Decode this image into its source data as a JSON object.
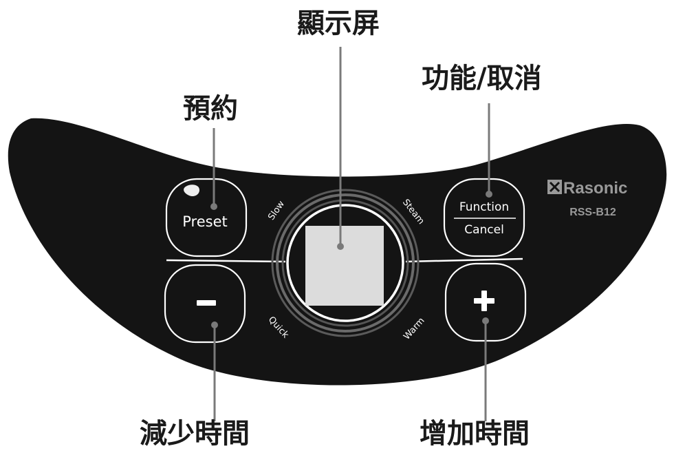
{
  "callouts": {
    "display": "顯示屏",
    "preset": "預約",
    "function_cancel": "功能/取消",
    "decrease_time": "減少時間",
    "increase_time": "增加時間"
  },
  "buttons": {
    "preset": "Preset",
    "function": "Function",
    "cancel": "Cancel"
  },
  "modes": {
    "slow": "Slow",
    "steam": "Steam",
    "quick": "Quick",
    "warm": "Warm"
  },
  "brand": {
    "name": "Rasonic",
    "model": "RSS-B12"
  },
  "colors": {
    "panel": "#141414",
    "lines": "#ffffff",
    "display": "#dcdcdc",
    "preset_led": "#eeeeee",
    "brand_text": "#9a9a9a"
  },
  "icons": {
    "minus": "minus-icon",
    "plus": "plus-icon"
  }
}
